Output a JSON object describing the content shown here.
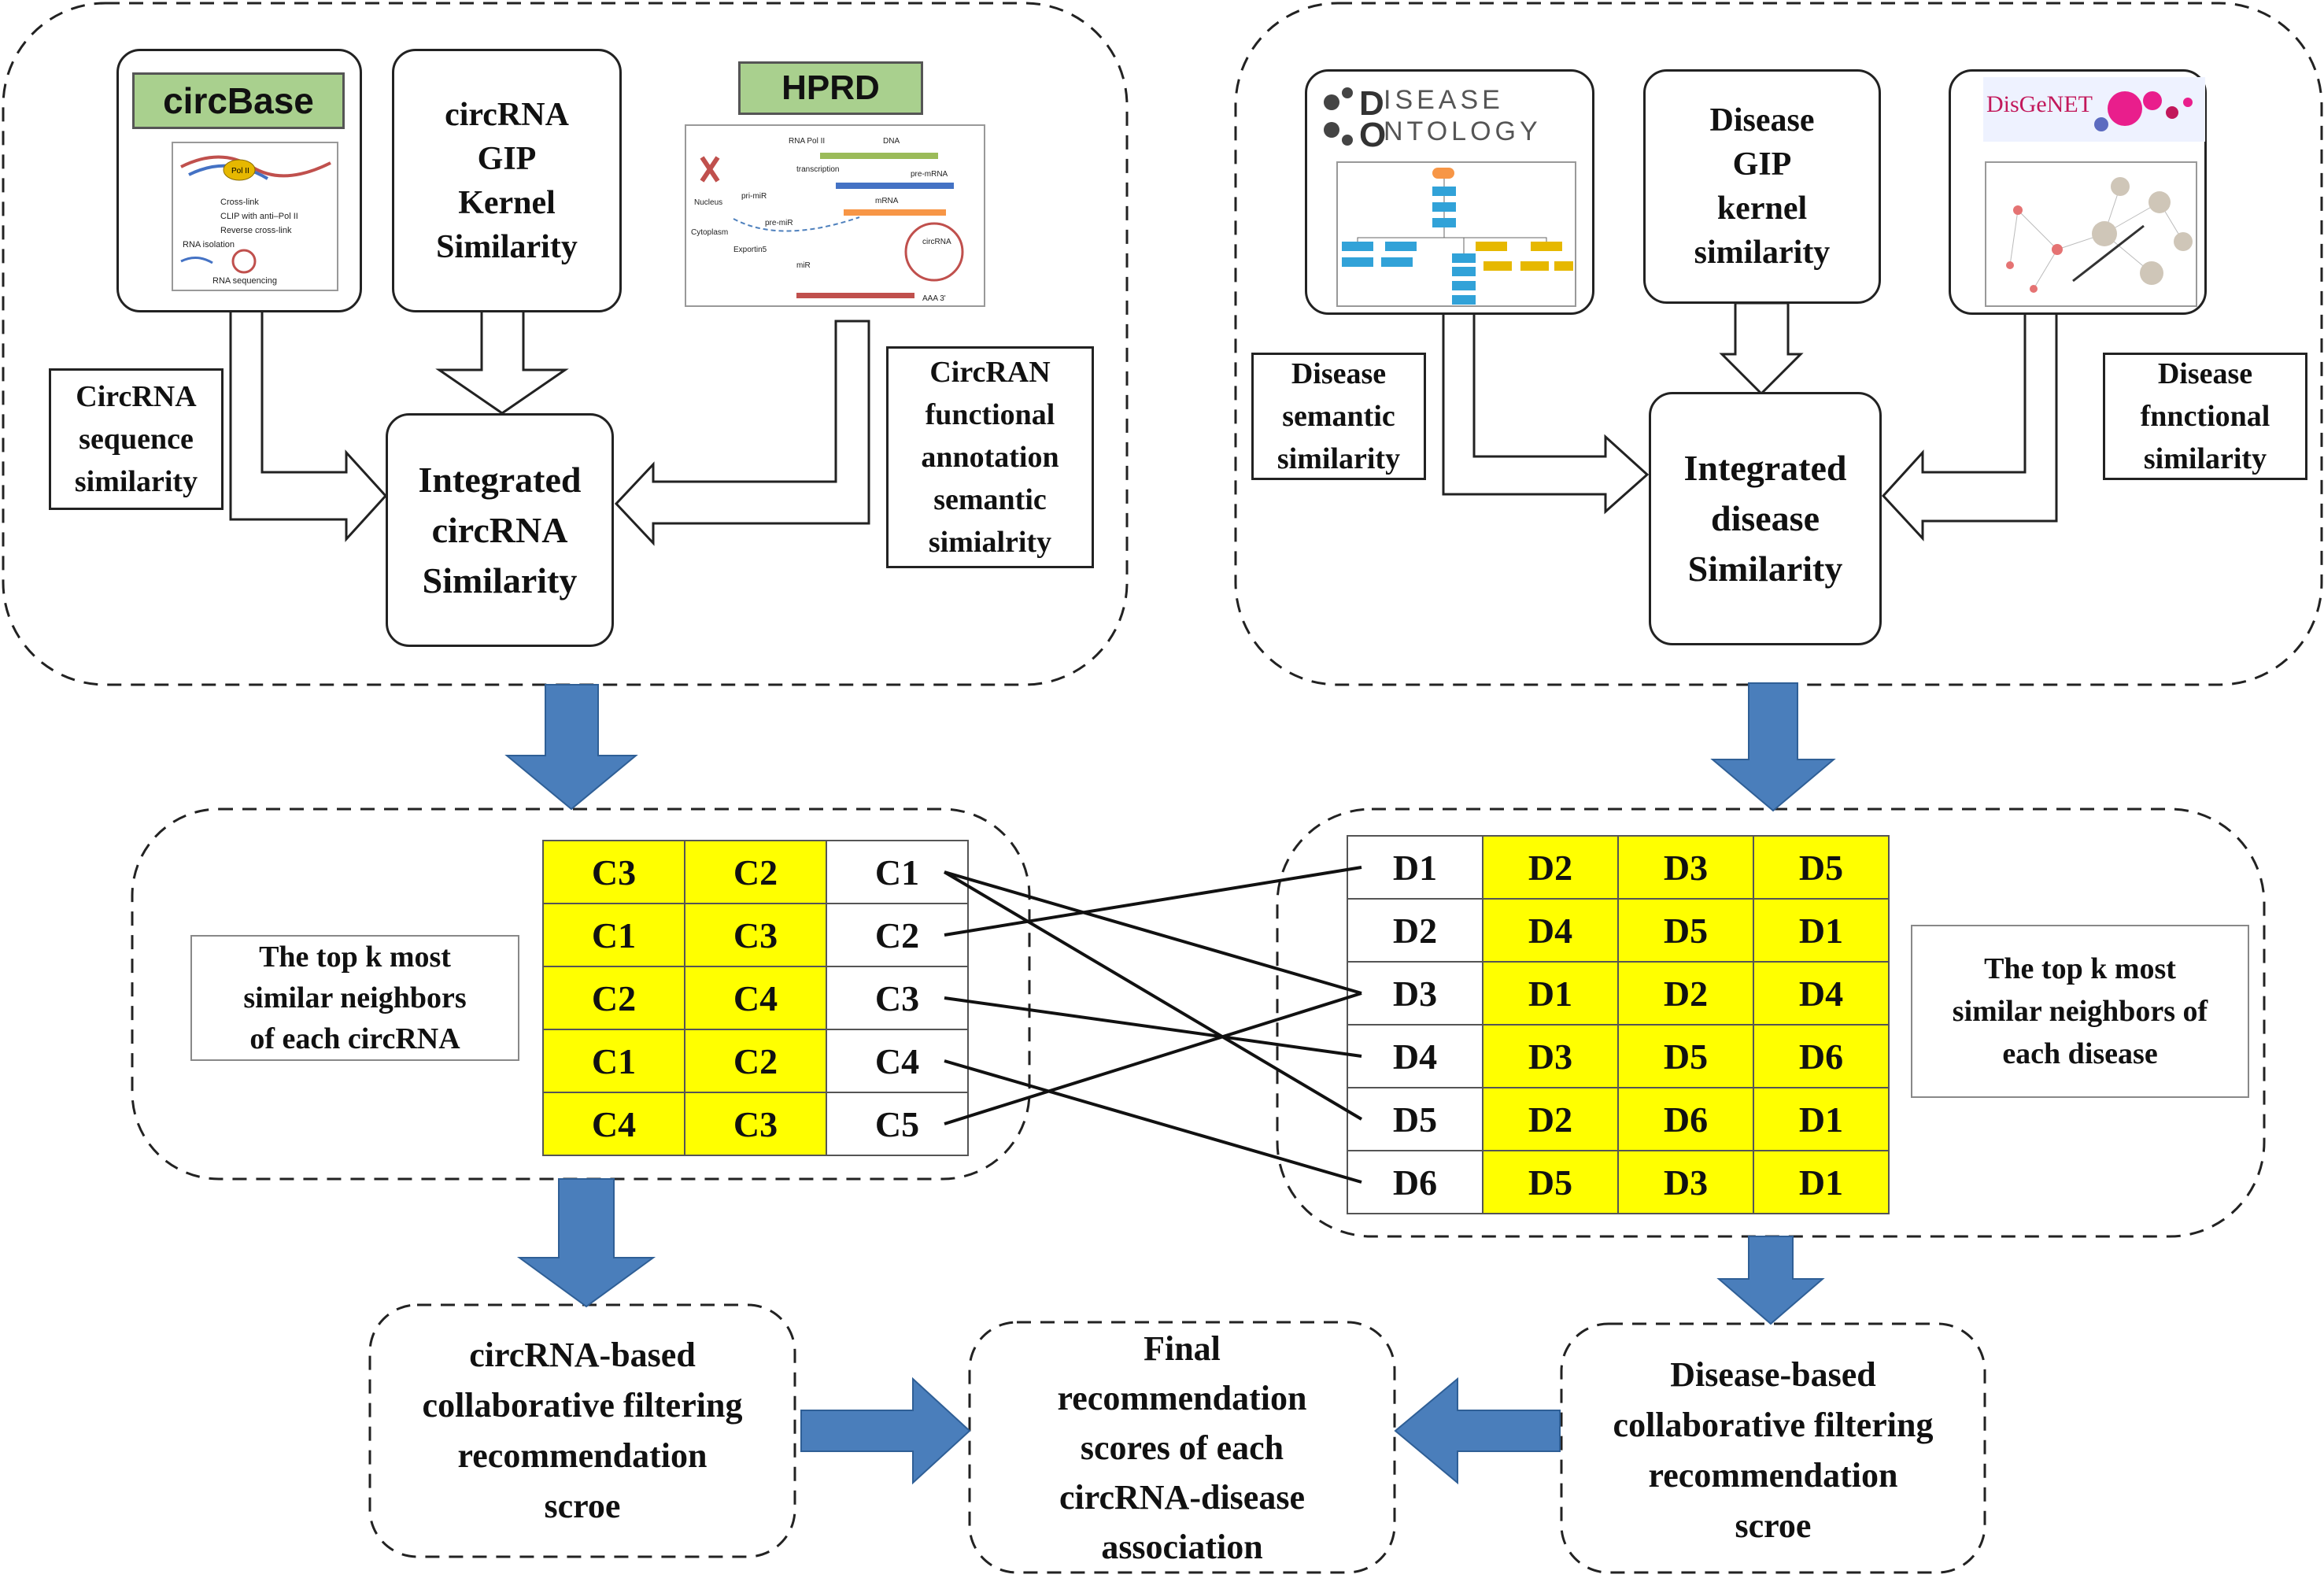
{
  "colors": {
    "arrow_fill": "#4a7ebb",
    "cell_yellow": "#ffff00",
    "tag_green": "#a9d08e",
    "line": "#111111"
  },
  "circ_section": {
    "circbase_tag": "circBase",
    "hprd_tag": "HPRD",
    "gip": "circRNA\nGIP\nKernel\nSimilarity",
    "sequence": "CircRNA\nsequence\nsimilarity",
    "functional": "CircRAN\nfunctional\nannotation\nsemantic\nsimialrity",
    "integrated": "Integrated\ncircRNA\nSimilarity",
    "thumb_circbase": {
      "pol": "Pol II",
      "steps": [
        "Cross-link",
        "CLIP with anti–Pol II",
        "Reverse cross-link",
        "RNA isolation",
        "RNA sequencing"
      ]
    },
    "thumb_hprd": {
      "labels": [
        "RNA Pol II",
        "DNA",
        "transcription",
        "pre-mRNA",
        "Nucleus",
        "Cytoplasm",
        "mRNA",
        "circRNA",
        "pri-miR",
        "pre-miR",
        "miR",
        "Exportin5",
        "AAA 3'"
      ]
    }
  },
  "disease_section": {
    "do_logo_1": "ISEASE",
    "do_logo_2": "NTOLOGY",
    "disgenet_logo": "DisGeNET",
    "gip": "Disease\nGIP\nkernel\nsimilarity",
    "semantic": "Disease\nsemantic\nsimilarity",
    "functional": "Disease\nfnnctional\nsimilarity",
    "integrated": "Integrated\ndisease\nSimilarity"
  },
  "circ_neighbors": {
    "label": "The top k most\nsimilar neighbors\nof each circRNA",
    "rows": [
      [
        "C3",
        "C2",
        "C1"
      ],
      [
        "C1",
        "C3",
        "C2"
      ],
      [
        "C2",
        "C4",
        "C3"
      ],
      [
        "C1",
        "C2",
        "C4"
      ],
      [
        "C4",
        "C3",
        "C5"
      ]
    ]
  },
  "disease_neighbors": {
    "label": "The top k most\nsimilar neighbors of\neach disease",
    "rows": [
      [
        "D1",
        "D2",
        "D3",
        "D5"
      ],
      [
        "D2",
        "D4",
        "D5",
        "D1"
      ],
      [
        "D3",
        "D1",
        "D2",
        "D4"
      ],
      [
        "D4",
        "D3",
        "D5",
        "D6"
      ],
      [
        "D5",
        "D2",
        "D6",
        "D1"
      ],
      [
        "D6",
        "D5",
        "D3",
        "D1"
      ]
    ]
  },
  "links": [
    [
      "C1",
      "D3"
    ],
    [
      "C1",
      "D5"
    ],
    [
      "C2",
      "D1"
    ],
    [
      "C3",
      "D4"
    ],
    [
      "C4",
      "D6"
    ],
    [
      "C5",
      "D3"
    ]
  ],
  "bottom": {
    "circ_cf": "circRNA-based\ncollaborative filtering\nrecommendation\nscroe",
    "final": "Final\nrecommendation\nscores of each\ncircRNA-disease\nassociation",
    "disease_cf": "Disease-based\ncollaborative filtering\nrecommendation\nscroe"
  }
}
